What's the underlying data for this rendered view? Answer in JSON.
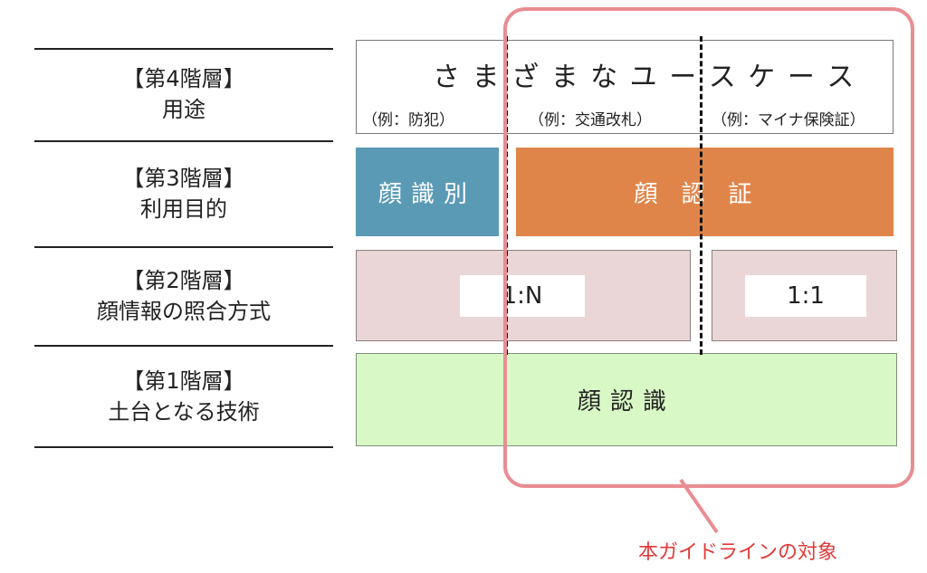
{
  "layers": [
    {
      "bracket": "【第4階層】",
      "title": "用途"
    },
    {
      "bracket": "【第3階層】",
      "title": "利用目的"
    },
    {
      "bracket": "【第2階層】",
      "title": "顔情報の照合方式"
    },
    {
      "bracket": "【第1階層】",
      "title": "土台となる技術"
    }
  ],
  "usecases": {
    "title": "さ ま ざ ま な ユ ー ス ケ ー ス",
    "examples": [
      "（例：防犯）",
      "（例：交通改札）",
      "（例：マイナ保険証）"
    ]
  },
  "purposes": {
    "identification": "顔識別",
    "verification": "顔認証"
  },
  "matching": {
    "one_to_n": "1:N",
    "one_to_one": "1:1"
  },
  "technology": "顔認識",
  "scope_label": "本ガイドラインの対象",
  "colors": {
    "identification_fill": "#5a9ab5",
    "verification_fill": "#e0854a",
    "matching_fill": "#ead6d6",
    "technology_fill": "#d8f8c6",
    "scope_frame": "#e88d92",
    "scope_text": "#e23a3a"
  }
}
